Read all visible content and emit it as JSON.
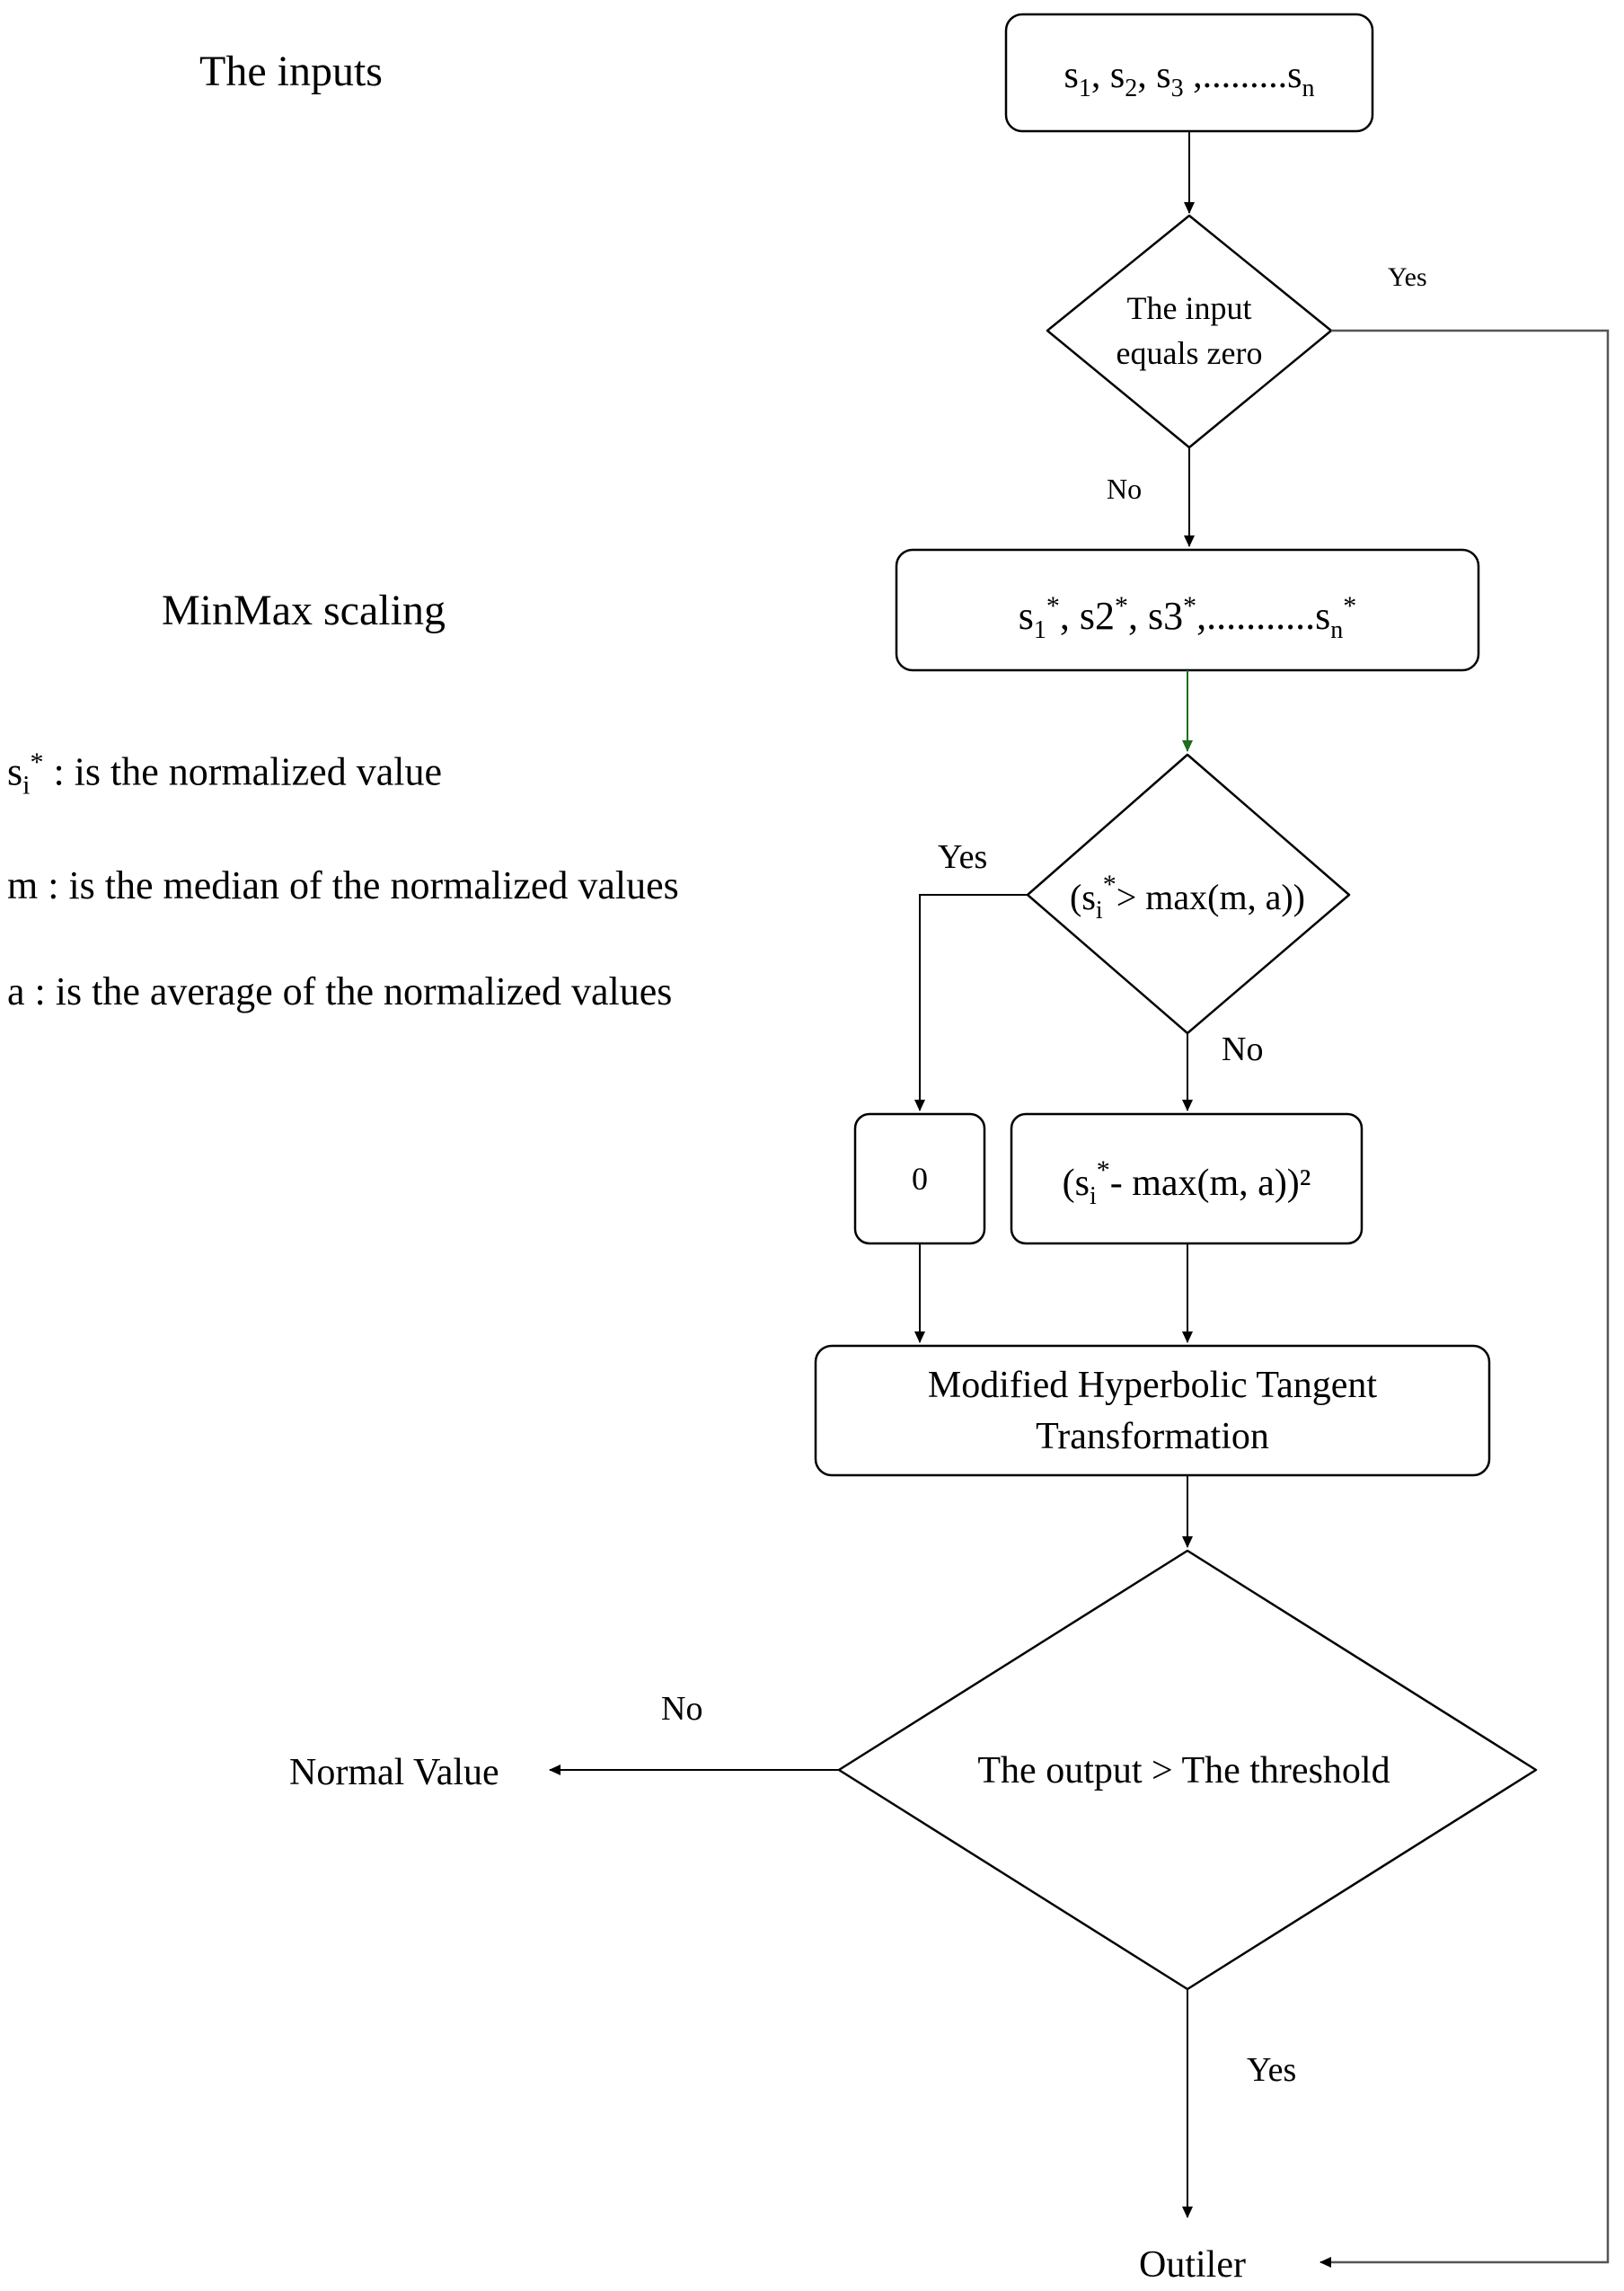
{
  "labels": {
    "inputs_title": "The inputs",
    "scaling_title": "MinMax scaling"
  },
  "legend": {
    "s_base": "s",
    "s_sub": "i",
    "s_sup": "*",
    "s_desc": " : is the normalized value",
    "m_line": "m : is the median of the normalized values",
    "a_line": "a :  is the average of the normalized values"
  },
  "nodes": {
    "inputs": {
      "s": "s",
      "i1": "1",
      "sep1": ", s",
      "i2": "2",
      "sep2": ", s",
      "i3": "3",
      "dots": " ,.........s",
      "n": "n"
    },
    "zero_check": {
      "line1": "The input",
      "line2": "equals zero"
    },
    "normalized": {
      "s": "s",
      "i1": "1",
      "star": "*",
      "sep": ", s2",
      "sep2": ", s3",
      "dots": ",...........s",
      "n": "n"
    },
    "compare": {
      "open": "(s",
      "sub": "i",
      "star": "*",
      "rest": "> max(m, a))"
    },
    "zero_out": "0",
    "square": {
      "open": "(s",
      "sub": "i",
      "star": "*",
      "rest": "- max(m, a))²"
    },
    "tanh": {
      "line1": "Modified Hyperbolic Tangent",
      "line2": "Transformation"
    },
    "threshold": "The output > The threshold",
    "normal_value": "Normal Value",
    "outlier": "Outiler"
  },
  "edges": {
    "zero_yes": "Yes",
    "zero_no": "No",
    "compare_yes": "Yes",
    "compare_no": "No",
    "threshold_no": "No",
    "threshold_yes": "Yes"
  }
}
